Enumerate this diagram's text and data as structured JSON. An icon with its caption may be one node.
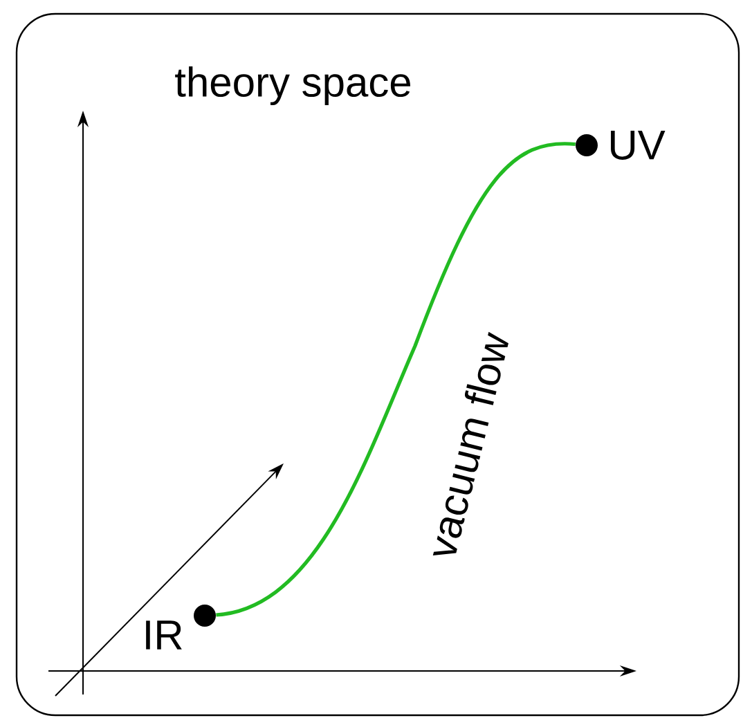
{
  "diagram": {
    "title": "theory space",
    "nodes": [
      {
        "text": [],
        "shape": "circle",
        "beside": [
          "IR"
        ]
      },
      {
        "text": [],
        "shape": "circle",
        "beside": [
          "UV"
        ]
      }
    ],
    "edges": [
      {
        "from": 0,
        "to": 1,
        "arrow": "none",
        "label": "vacuum flow"
      }
    ]
  }
}
